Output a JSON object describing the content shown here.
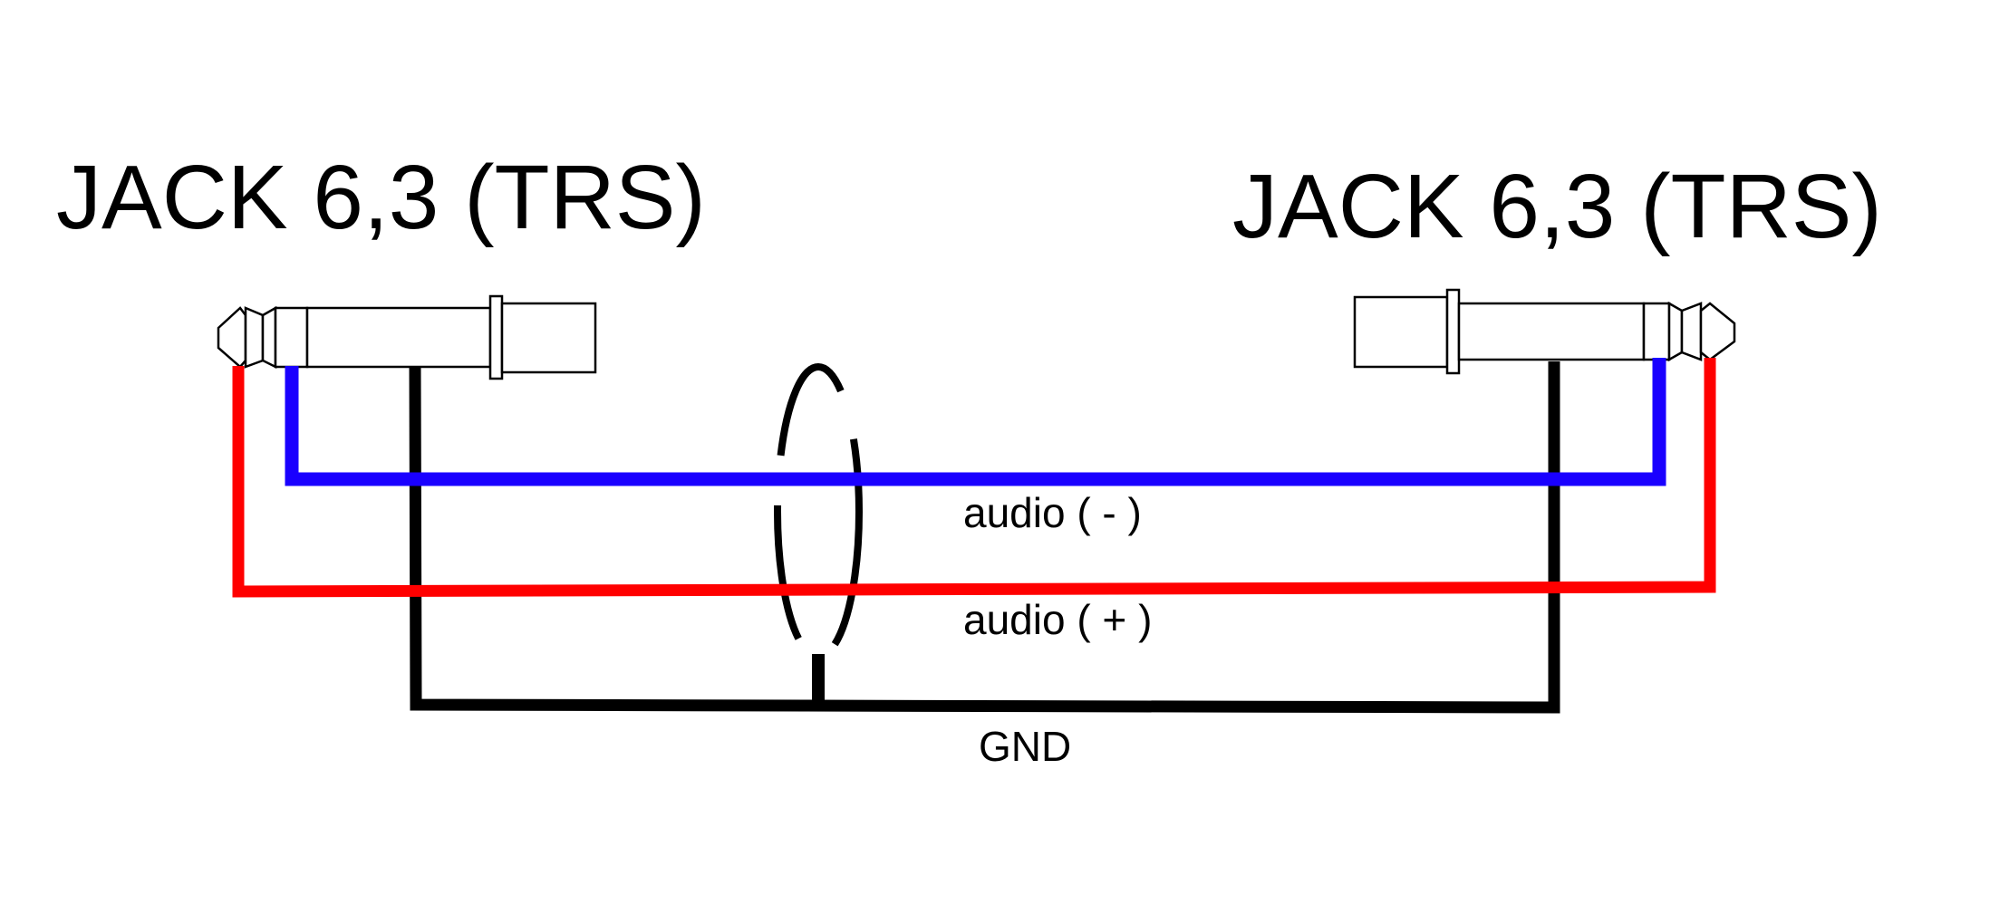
{
  "diagram": {
    "left_connector": {
      "title": "JACK 6,3 (TRS)"
    },
    "right_connector": {
      "title": "JACK 6,3 (TRS)"
    },
    "wires": {
      "negative": {
        "label": "audio ( - )",
        "color": "#1a00ff"
      },
      "positive": {
        "label": "audio ( + )",
        "color": "#ff0000"
      },
      "ground": {
        "label": "GND",
        "color": "#000000"
      }
    },
    "background": "#ffffff"
  }
}
